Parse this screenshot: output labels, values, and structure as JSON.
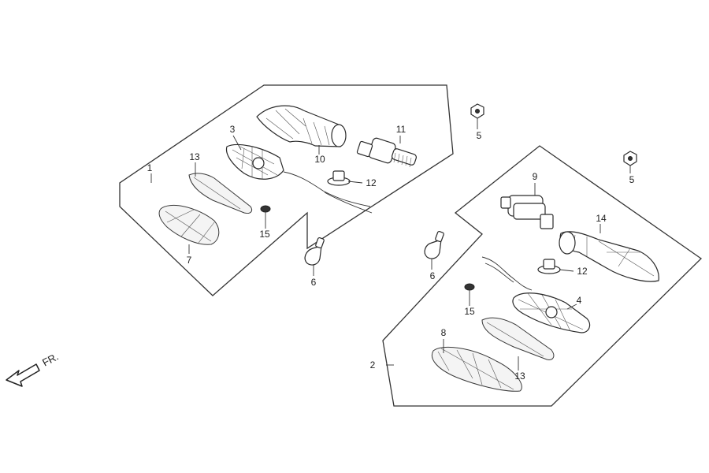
{
  "direction_label": "FR.",
  "callouts": {
    "c1": "1",
    "c2": "2",
    "c3": "3",
    "c4": "4",
    "c5a": "5",
    "c5b": "5",
    "c6a": "6",
    "c6b": "6",
    "c7": "7",
    "c8": "8",
    "c9": "9",
    "c10": "10",
    "c11": "11",
    "c12a": "12",
    "c12b": "12",
    "c13a": "13",
    "c13b": "13",
    "c14": "14",
    "c15a": "15",
    "c15b": "15"
  }
}
